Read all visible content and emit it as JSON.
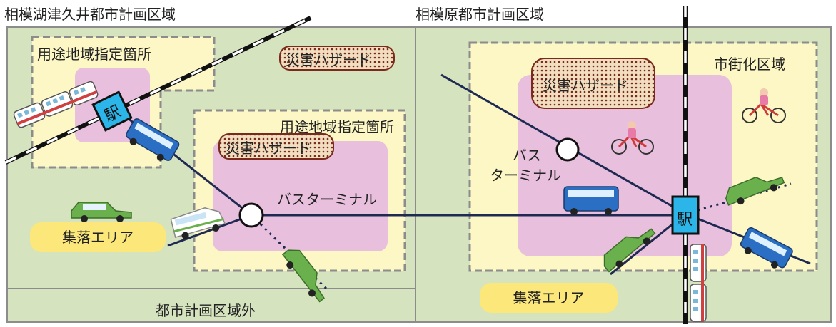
{
  "regions": {
    "left_title": "相模湖津久井都市計画区域",
    "right_title": "相模原都市計画区域",
    "outside_label": "都市計画区域外",
    "urbanization_label": "市街化区域"
  },
  "zones": {
    "use_area_1": "用途地域指定箇所",
    "use_area_2": "用途地域指定箇所"
  },
  "hazards": [
    "災害ハザード",
    "災害ハザード",
    "災害ハザード"
  ],
  "terminals": {
    "left": "バスターミナル",
    "right_line1": "バス",
    "right_line2": "ターミナル"
  },
  "stations": {
    "left": "駅",
    "right": "駅"
  },
  "villages": [
    "集落エリア",
    "集落エリア"
  ],
  "colors": {
    "plan_area_fill": "#d6e3bf",
    "use_area_fill": "#fcf7c5",
    "core_fill": "#e8bfdc",
    "hazard_fill": "#f0e0c0",
    "hazard_dot": "#7a2a1a",
    "line": "#1f2a52",
    "station": "#2bb5e8",
    "village": "#fbe77a",
    "border": "#8c8c8c"
  },
  "icons": [
    "train-icon",
    "bus-icon",
    "car-icon",
    "minivan-icon",
    "bicycle-icon"
  ]
}
